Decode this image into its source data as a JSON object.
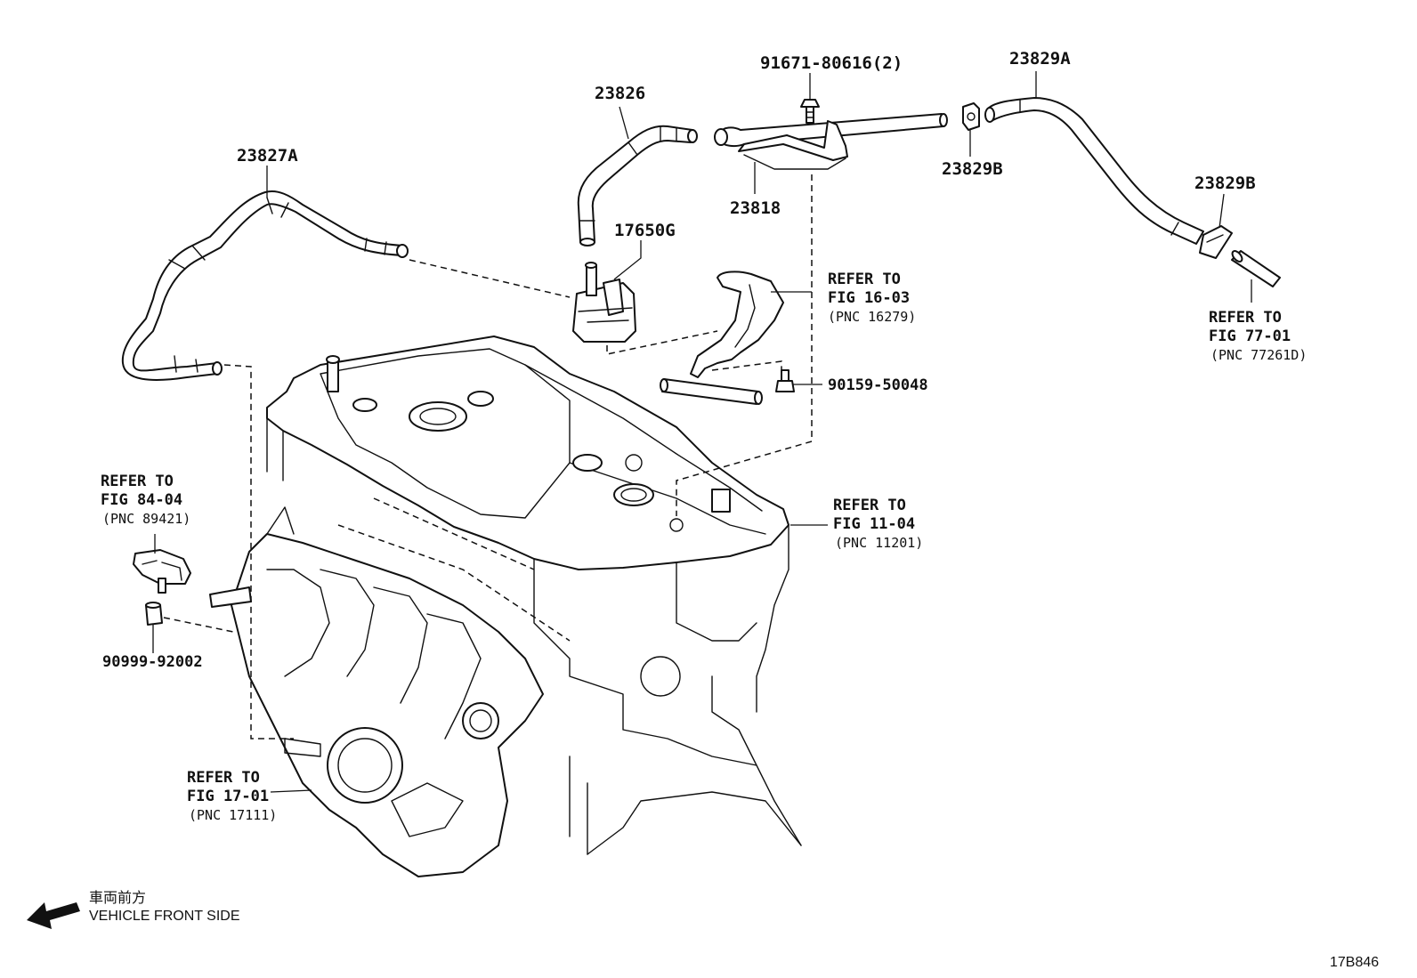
{
  "parts": {
    "p23827a": "23827A",
    "p23826": "23826",
    "p17650g": "17650G",
    "p91671": "91671-80616(2)",
    "p23818": "23818",
    "p23829a": "23829A",
    "p23829b_clip": "23829B",
    "p23829b_right": "23829B",
    "p90159": "90159-50048",
    "p90999": "90999-92002"
  },
  "references": {
    "fig_16_03": {
      "line1": "REFER TO",
      "line2": "FIG 16-03",
      "pnc": "(PNC 16279)"
    },
    "fig_77_01": {
      "line1": "REFER TO",
      "line2": "FIG 77-01",
      "pnc": "(PNC 77261D)"
    },
    "fig_84_04": {
      "line1": "REFER TO",
      "line2": "FIG 84-04",
      "pnc": "(PNC 89421)"
    },
    "fig_11_04": {
      "line1": "REFER TO",
      "line2": "FIG 11-04",
      "pnc": "(PNC 11201)"
    },
    "fig_17_01": {
      "line1": "REFER TO",
      "line2": "FIG 17-01",
      "pnc": "(PNC 17111)"
    }
  },
  "front_note": {
    "japanese": "車両前方",
    "english": "VEHICLE FRONT SIDE"
  },
  "figure_id": "17B846"
}
